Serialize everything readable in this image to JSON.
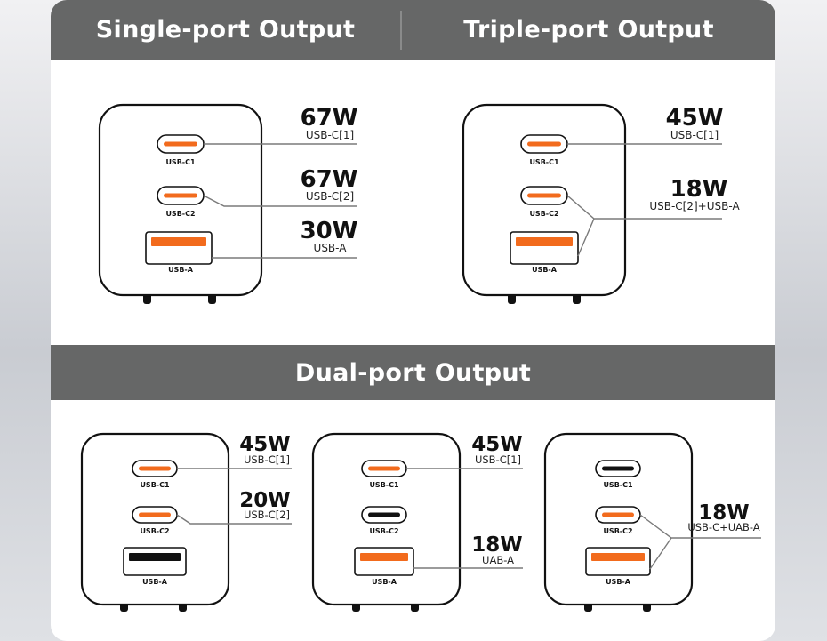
{
  "headers": {
    "single": "Single-port Output",
    "triple": "Triple-port Output",
    "dual": "Dual-port Output"
  },
  "port_labels": {
    "c1": "USB-C1",
    "c2": "USB-C2",
    "a": "USB-A"
  },
  "colors": {
    "active_port": "#f26b1d",
    "inactive_port": "#111111",
    "header_bar": "#666767"
  },
  "single": [
    {
      "watt": "67W",
      "port": "USB-C[1]"
    },
    {
      "watt": "67W",
      "port": "USB-C[2]"
    },
    {
      "watt": "30W",
      "port": "USB-A"
    }
  ],
  "triple": [
    {
      "watt": "45W",
      "port": "USB-C[1]"
    },
    {
      "watt": "18W",
      "port": "USB-C[2]+USB-A"
    }
  ],
  "dual": [
    [
      {
        "watt": "45W",
        "port": "USB-C[1]"
      },
      {
        "watt": "20W",
        "port": "USB-C[2]"
      }
    ],
    [
      {
        "watt": "45W",
        "port": "USB-C[1]"
      },
      {
        "watt": "18W",
        "port": "UAB-A"
      }
    ],
    [
      {
        "watt": "18W",
        "port": "USB-C+UAB-A"
      }
    ]
  ]
}
